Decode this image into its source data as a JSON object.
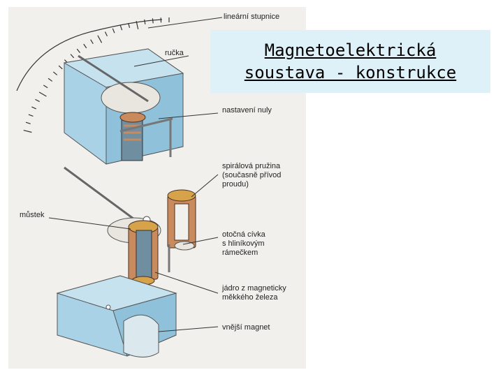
{
  "title": {
    "line1": "Magnetoelektrická",
    "line2": "soustava - konstrukce"
  },
  "labels": {
    "linear_scale": "lineární stupnice",
    "pointer": "ručka",
    "zero_adjust": "nastavení nuly",
    "spiral_spring": "spirálová pružina\n(současně přívod\nproudu)",
    "bridge": "můstek",
    "moving_coil": "otočná cívka\ns hliníkovým\nrámečkem",
    "core": "jádro z magneticky\nměkkého železa",
    "outer_magnet": "vnější magnet"
  },
  "colors": {
    "magnet_blue": "#a9d2e6",
    "magnet_blue_dark": "#7fb6d0",
    "coil_copper": "#c98a5e",
    "title_bg": "#dff1f8",
    "figure_bg": "#f1f0ec"
  }
}
